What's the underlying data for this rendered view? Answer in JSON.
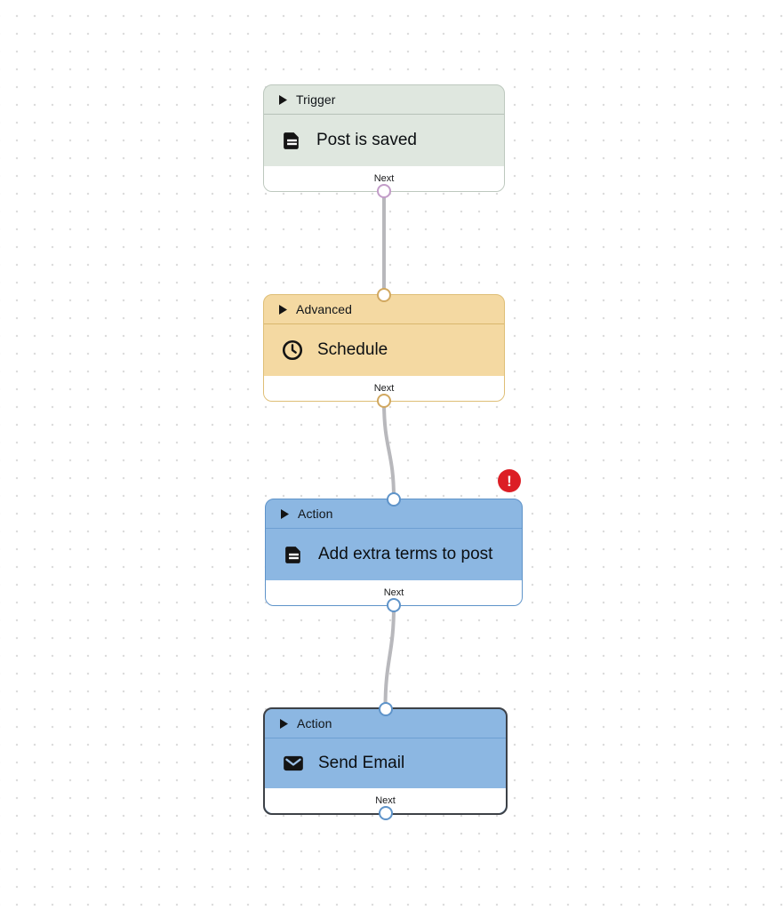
{
  "canvas": {
    "background_dot_color": "#dcdcdc",
    "edge_color": "#b8b8bc",
    "error_badge_color": "#dc1e25",
    "error_badge_glyph": "!"
  },
  "icons": {
    "collapse_caret": "collapse-caret",
    "note": "note-icon",
    "clock": "clock-icon",
    "mail": "mail-icon"
  },
  "nodes": [
    {
      "category": "Trigger",
      "title": "Post is saved",
      "icon": "note-icon",
      "footer_label": "Next",
      "has_input_port": false,
      "has_output_port": true,
      "selected": false,
      "has_error": false,
      "colors": {
        "fill": "#dfe7df",
        "border": "#bdc8be",
        "divider": "#b7c2b8",
        "port": "#c29cc8"
      }
    },
    {
      "category": "Advanced",
      "title": "Schedule",
      "icon": "clock-icon",
      "footer_label": "Next",
      "has_input_port": true,
      "has_output_port": true,
      "selected": false,
      "has_error": false,
      "colors": {
        "fill": "#f4d9a2",
        "border": "#debe76",
        "divider": "#d9b76d",
        "port": "#d1a860"
      }
    },
    {
      "category": "Action",
      "title": "Add extra terms to post",
      "icon": "note-icon",
      "footer_label": "Next",
      "has_input_port": true,
      "has_output_port": true,
      "selected": false,
      "has_error": true,
      "colors": {
        "fill": "#8cb7e2",
        "border": "#5e93c9",
        "divider": "#6d9fd2",
        "port": "#5e93c9"
      }
    },
    {
      "category": "Action",
      "title": "Send Email",
      "icon": "mail-icon",
      "footer_label": "Next",
      "has_input_port": true,
      "has_output_port": true,
      "selected": true,
      "has_error": false,
      "colors": {
        "fill": "#8cb7e2",
        "border": "#3d4147",
        "divider": "#6d9fd2",
        "port": "#5e93c9"
      }
    }
  ]
}
